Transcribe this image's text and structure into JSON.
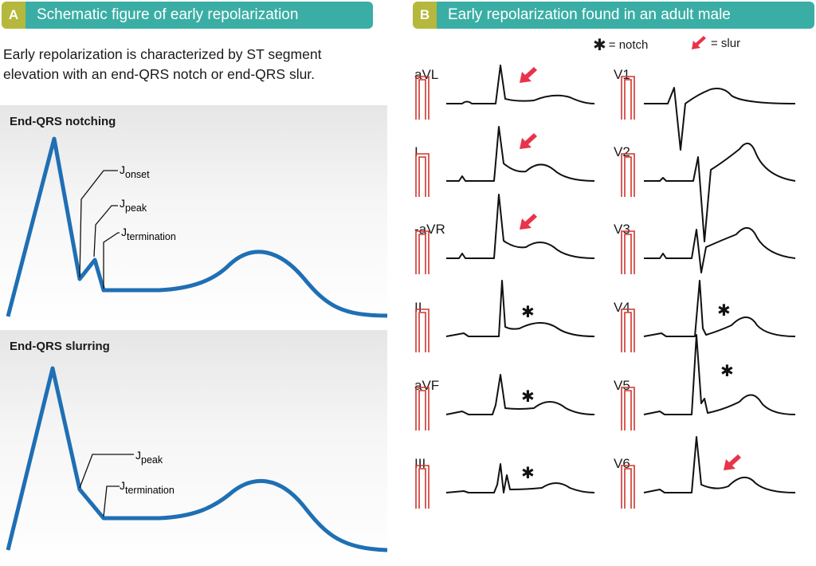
{
  "panel_a": {
    "letter": "A",
    "title": "Schematic figure of early repolarization",
    "intro": "Early repolarization is characterized by ST segment elevation with an end-QRS notch or end-QRS slur.",
    "notching": {
      "title": "End-QRS notching",
      "labels": [
        {
          "main": "J",
          "sub": "onset"
        },
        {
          "main": "J",
          "sub": "peak"
        },
        {
          "main": "J",
          "sub": "termination"
        }
      ]
    },
    "slurring": {
      "title": "End-QRS slurring",
      "labels": [
        {
          "main": "J",
          "sub": "peak"
        },
        {
          "main": "J",
          "sub": "termination"
        }
      ]
    }
  },
  "panel_b": {
    "letter": "B",
    "title": "Early repolarization found in an adult male",
    "legend": {
      "notch_symbol": "✱",
      "notch_text": "= notch",
      "slur_text": "= slur"
    },
    "left_leads": [
      {
        "name": "aVL",
        "marker": "arrow"
      },
      {
        "name": "I",
        "marker": "arrow"
      },
      {
        "name": "-aVR",
        "marker": "arrow"
      },
      {
        "name": "II",
        "marker": "star"
      },
      {
        "name": "aVF",
        "marker": "star"
      },
      {
        "name": "III",
        "marker": "star"
      }
    ],
    "right_leads": [
      {
        "name": "V1",
        "marker": "none"
      },
      {
        "name": "V2",
        "marker": "none"
      },
      {
        "name": "V3",
        "marker": "none"
      },
      {
        "name": "V4",
        "marker": "star"
      },
      {
        "name": "V5",
        "marker": "star"
      },
      {
        "name": "V6",
        "marker": "arrow"
      }
    ],
    "colors": {
      "trace": "#111111",
      "calibration": "#d0352e",
      "arrow": "#e8344a"
    }
  },
  "colors": {
    "schematic_wave": "#1f6fb4",
    "header_letter": "#b5b83c",
    "header_title": "#3aaea5"
  }
}
